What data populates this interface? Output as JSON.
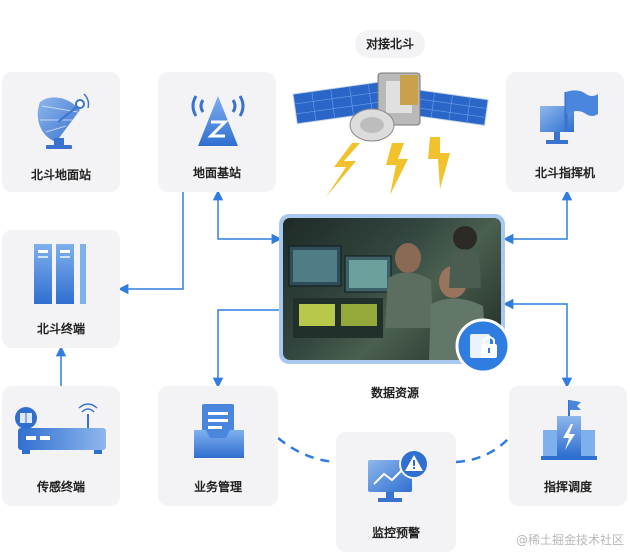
{
  "top_label": "对接北斗",
  "center_label": "数据资源",
  "nodes": {
    "beidou_ground_station": "北斗地面站",
    "ground_base_station": "地面基站",
    "beidou_command": "北斗指挥机",
    "beidou_terminal": "北斗终端",
    "sensor_terminal": "传感终端",
    "business_management": "业务管理",
    "monitoring_warning": "监控预警",
    "command_dispatch": "指挥调度"
  },
  "watermark": "@稀土掘金技术社区",
  "colors": {
    "accent": "#2f7de1",
    "card_bg": "#f3f3f5",
    "lightning": "#f2c12e"
  }
}
